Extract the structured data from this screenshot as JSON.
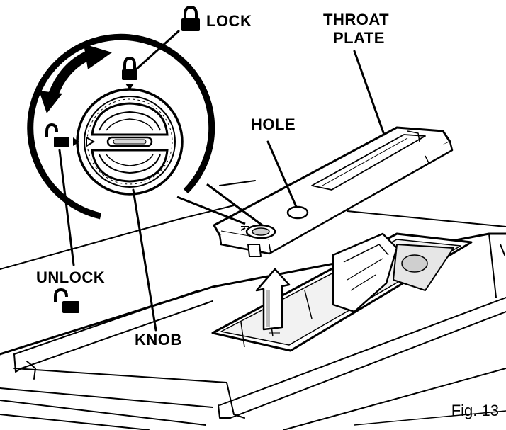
{
  "labels": {
    "lock": "LOCK",
    "throat_plate_line1": "THROAT",
    "throat_plate_line2": "PLATE",
    "hole": "HOLE",
    "unlock": "UNLOCK",
    "knob": "KNOB"
  },
  "caption": "Fig. 13",
  "icons": [
    "padlock-closed-icon",
    "padlock-open-icon",
    "curved-double-arrow-icon",
    "up-arrow-icon"
  ],
  "colors": {
    "ink": "#000000",
    "paper": "#ffffff",
    "shade": "#d9d9d9"
  }
}
